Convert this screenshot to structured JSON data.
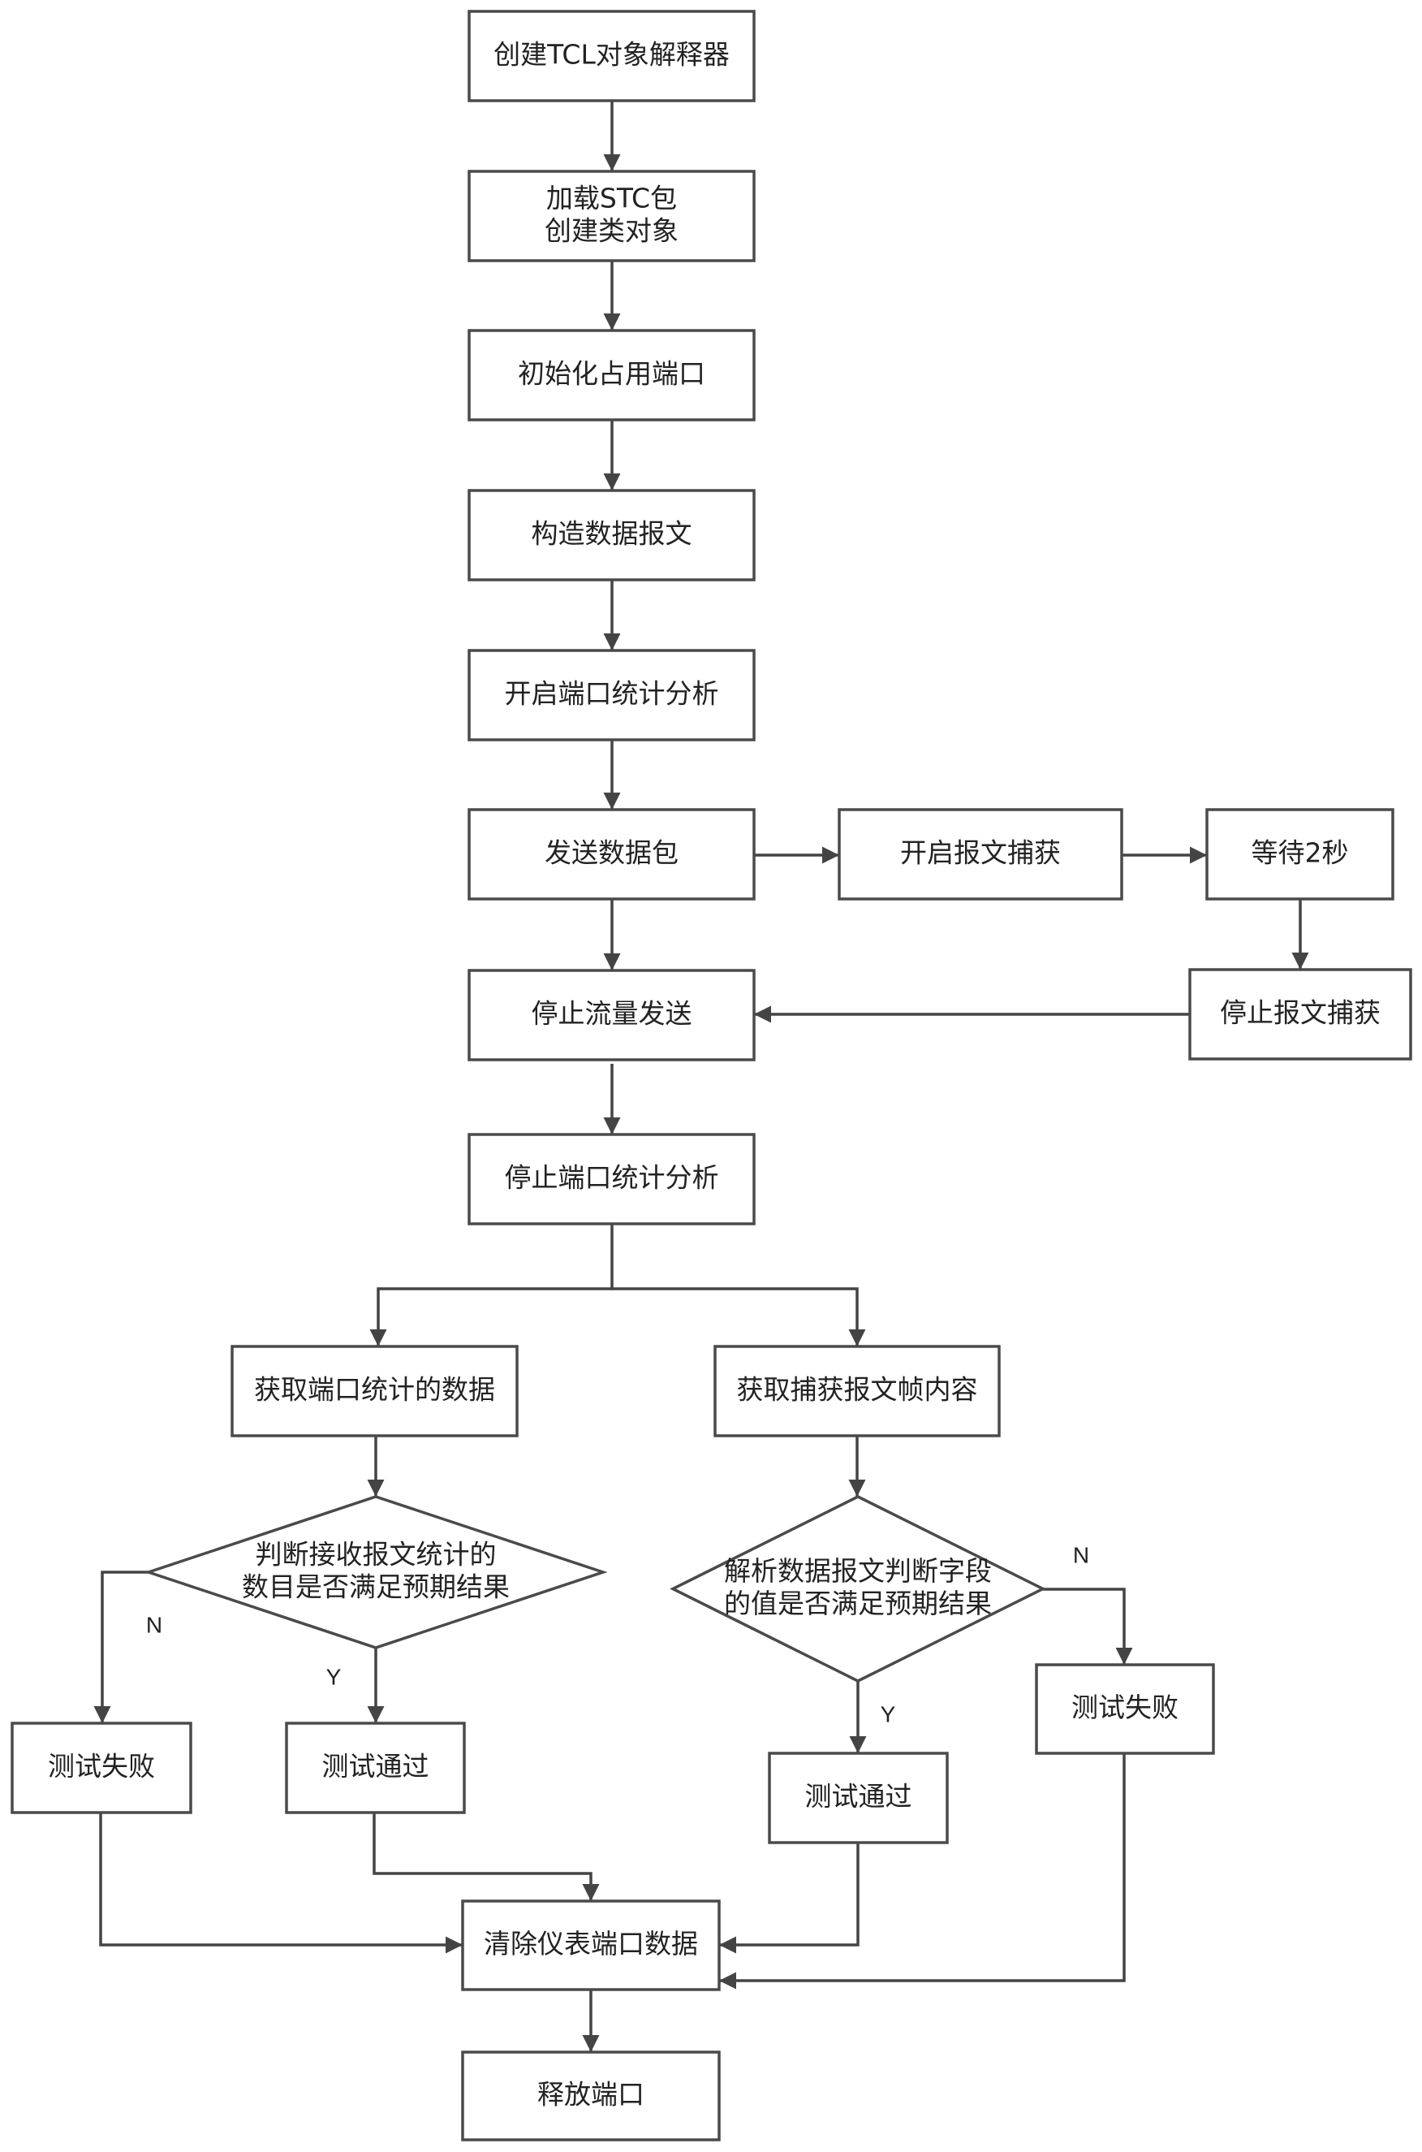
{
  "diagram": {
    "type": "flowchart",
    "nodes": [
      {
        "id": "n1",
        "kind": "process",
        "lines": [
          "创建TCL对象解释器"
        ]
      },
      {
        "id": "n2",
        "kind": "process",
        "lines": [
          "加载STC包",
          "创建类对象"
        ]
      },
      {
        "id": "n3",
        "kind": "process",
        "lines": [
          "初始化占用端口"
        ]
      },
      {
        "id": "n4",
        "kind": "process",
        "lines": [
          "构造数据报文"
        ]
      },
      {
        "id": "n5",
        "kind": "process",
        "lines": [
          "开启端口统计分析"
        ]
      },
      {
        "id": "n6",
        "kind": "process",
        "lines": [
          "发送数据包"
        ]
      },
      {
        "id": "n7",
        "kind": "process",
        "lines": [
          "开启报文捕获"
        ]
      },
      {
        "id": "n8",
        "kind": "process",
        "lines": [
          "等待2秒"
        ]
      },
      {
        "id": "n9",
        "kind": "process",
        "lines": [
          "停止报文捕获"
        ]
      },
      {
        "id": "n10",
        "kind": "process",
        "lines": [
          "停止流量发送"
        ]
      },
      {
        "id": "n11",
        "kind": "process",
        "lines": [
          "停止端口统计分析"
        ]
      },
      {
        "id": "n12",
        "kind": "process",
        "lines": [
          "获取端口统计的数据"
        ]
      },
      {
        "id": "n13",
        "kind": "process",
        "lines": [
          "获取捕获报文帧内容"
        ]
      },
      {
        "id": "d1",
        "kind": "decision",
        "lines": [
          "判断接收报文统计的",
          "数目是否满足预期结果"
        ]
      },
      {
        "id": "d2",
        "kind": "decision",
        "lines": [
          "解析数据报文判断字段",
          "的值是否满足预期结果"
        ]
      },
      {
        "id": "n14",
        "kind": "process",
        "lines": [
          "测试失败"
        ]
      },
      {
        "id": "n15",
        "kind": "process",
        "lines": [
          "测试通过"
        ]
      },
      {
        "id": "n16",
        "kind": "process",
        "lines": [
          "测试通过"
        ]
      },
      {
        "id": "n17",
        "kind": "process",
        "lines": [
          "测试失败"
        ]
      },
      {
        "id": "n18",
        "kind": "process",
        "lines": [
          "清除仪表端口数据"
        ]
      },
      {
        "id": "n19",
        "kind": "process",
        "lines": [
          "释放端口"
        ]
      }
    ],
    "edges": [
      {
        "from": "n1",
        "to": "n2"
      },
      {
        "from": "n2",
        "to": "n3"
      },
      {
        "from": "n3",
        "to": "n4"
      },
      {
        "from": "n4",
        "to": "n5"
      },
      {
        "from": "n5",
        "to": "n6"
      },
      {
        "from": "n6",
        "to": "n7"
      },
      {
        "from": "n7",
        "to": "n8"
      },
      {
        "from": "n8",
        "to": "n9"
      },
      {
        "from": "n9",
        "to": "n10"
      },
      {
        "from": "n6",
        "to": "n10"
      },
      {
        "from": "n10",
        "to": "n11"
      },
      {
        "from": "n11",
        "to": "n12"
      },
      {
        "from": "n11",
        "to": "n13"
      },
      {
        "from": "n12",
        "to": "d1"
      },
      {
        "from": "n13",
        "to": "d2"
      },
      {
        "from": "d1",
        "to": "n14",
        "label": "N"
      },
      {
        "from": "d1",
        "to": "n15",
        "label": "Y"
      },
      {
        "from": "d2",
        "to": "n16",
        "label": "Y"
      },
      {
        "from": "d2",
        "to": "n17",
        "label": "N"
      },
      {
        "from": "n14",
        "to": "n18"
      },
      {
        "from": "n15",
        "to": "n18"
      },
      {
        "from": "n16",
        "to": "n18"
      },
      {
        "from": "n17",
        "to": "n18"
      },
      {
        "from": "n18",
        "to": "n19"
      }
    ],
    "branch_labels": {
      "yes": "Y",
      "no": "N"
    }
  }
}
